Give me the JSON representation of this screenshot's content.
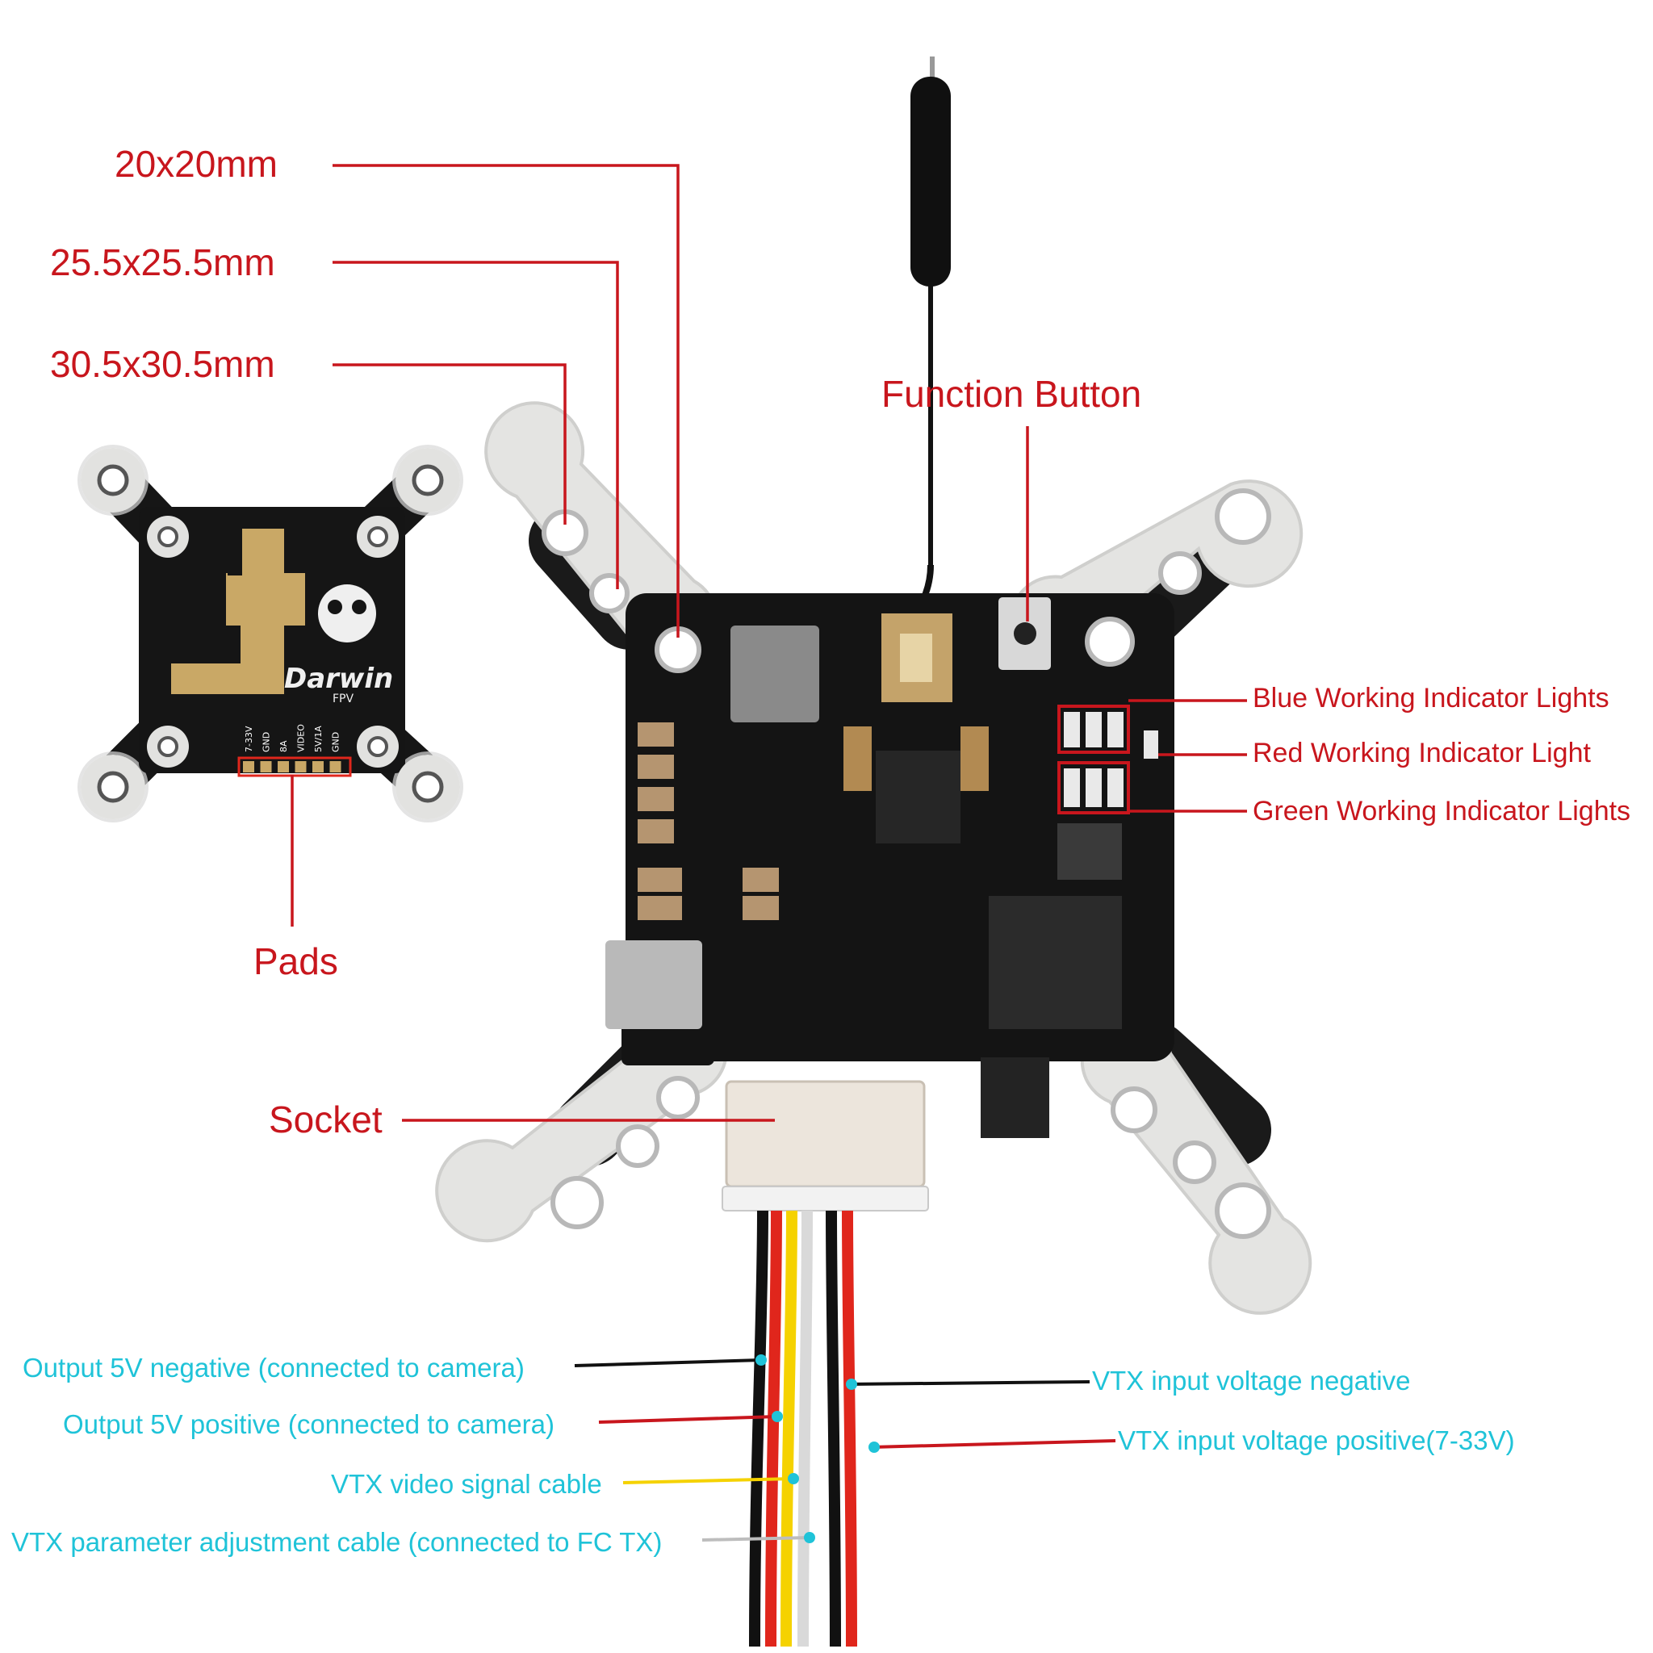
{
  "colors": {
    "accent_red": "#c8161d",
    "accent_cyan": "#1fc3d8",
    "pcb_black": "#141414",
    "mount_white": "#e4e4e2",
    "gold": "#c9a866"
  },
  "mounting_sizes": [
    "20x20mm",
    "25.5x25.5mm",
    "30.5x30.5mm"
  ],
  "labels": {
    "function_button": "Function Button",
    "pads": "Pads",
    "socket": "Socket",
    "blue_leds": "Blue Working Indicator Lights",
    "red_led": "Red Working Indicator Light",
    "green_leds": "Green Working Indicator Lights"
  },
  "back_board": {
    "brand": "Darwin",
    "brand_sub": "FPV",
    "pad_labels": [
      "7-33V",
      "GND",
      "8A",
      "VIDEO",
      "5V/1A",
      "GND"
    ]
  },
  "wires": {
    "out5v_neg": "Output 5V negative (connected to camera)",
    "out5v_pos": "Output 5V positive (connected to camera)",
    "video": "VTX video signal cable",
    "param": "VTX parameter adjustment cable (connected to FC TX)",
    "in_neg": "VTX input voltage negative",
    "in_pos": "VTX input voltage positive(7-33V)"
  }
}
